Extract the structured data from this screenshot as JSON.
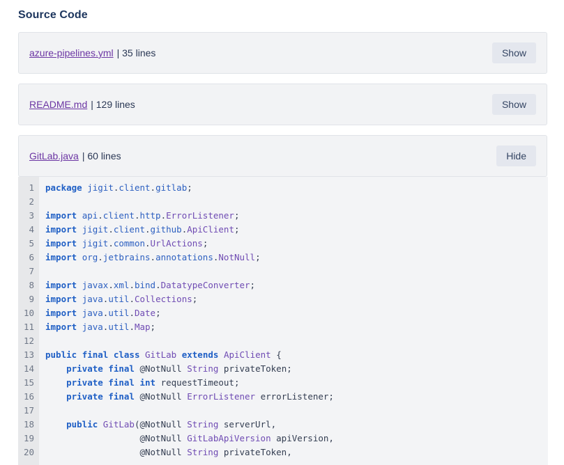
{
  "page": {
    "title": "Source Code"
  },
  "colors": {
    "link": "#6b35a3",
    "keyword": "#1f5fc5",
    "name": "#2c5fc0",
    "type": "#6f4bb3",
    "plain": "#333d51",
    "panel_bg": "#f2f3f5",
    "gutter_bg": "#e7e8ea",
    "code_bg": "#f3f4f6",
    "button_bg": "#e4e7ee",
    "button_text": "#344563"
  },
  "files": [
    {
      "name": "azure-pipelines.yml",
      "meta": "| 35 lines",
      "button": "Show",
      "expanded": false
    },
    {
      "name": "README.md",
      "meta": "| 129 lines",
      "button": "Show",
      "expanded": false
    },
    {
      "name": "GitLab.java",
      "meta": "| 60 lines",
      "button": "Hide",
      "expanded": true
    }
  ],
  "code": {
    "file": "GitLab.java",
    "lines": [
      {
        "n": 1,
        "t": [
          [
            "k",
            "package"
          ],
          [
            "p",
            " "
          ],
          [
            "n",
            "jigit"
          ],
          [
            "p",
            "."
          ],
          [
            "n",
            "client"
          ],
          [
            "p",
            "."
          ],
          [
            "n",
            "gitlab"
          ],
          [
            "p",
            ";"
          ]
        ]
      },
      {
        "n": 2,
        "t": []
      },
      {
        "n": 3,
        "t": [
          [
            "k",
            "import"
          ],
          [
            "p",
            " "
          ],
          [
            "n",
            "api"
          ],
          [
            "p",
            "."
          ],
          [
            "n",
            "client"
          ],
          [
            "p",
            "."
          ],
          [
            "n",
            "http"
          ],
          [
            "p",
            "."
          ],
          [
            "t",
            "ErrorListener"
          ],
          [
            "p",
            ";"
          ]
        ]
      },
      {
        "n": 4,
        "t": [
          [
            "k",
            "import"
          ],
          [
            "p",
            " "
          ],
          [
            "n",
            "jigit"
          ],
          [
            "p",
            "."
          ],
          [
            "n",
            "client"
          ],
          [
            "p",
            "."
          ],
          [
            "n",
            "github"
          ],
          [
            "p",
            "."
          ],
          [
            "t",
            "ApiClient"
          ],
          [
            "p",
            ";"
          ]
        ]
      },
      {
        "n": 5,
        "t": [
          [
            "k",
            "import"
          ],
          [
            "p",
            " "
          ],
          [
            "n",
            "jigit"
          ],
          [
            "p",
            "."
          ],
          [
            "n",
            "common"
          ],
          [
            "p",
            "."
          ],
          [
            "t",
            "UrlActions"
          ],
          [
            "p",
            ";"
          ]
        ]
      },
      {
        "n": 6,
        "t": [
          [
            "k",
            "import"
          ],
          [
            "p",
            " "
          ],
          [
            "n",
            "org"
          ],
          [
            "p",
            "."
          ],
          [
            "n",
            "jetbrains"
          ],
          [
            "p",
            "."
          ],
          [
            "n",
            "annotations"
          ],
          [
            "p",
            "."
          ],
          [
            "t",
            "NotNull"
          ],
          [
            "p",
            ";"
          ]
        ]
      },
      {
        "n": 7,
        "t": []
      },
      {
        "n": 8,
        "t": [
          [
            "k",
            "import"
          ],
          [
            "p",
            " "
          ],
          [
            "n",
            "javax"
          ],
          [
            "p",
            "."
          ],
          [
            "n",
            "xml"
          ],
          [
            "p",
            "."
          ],
          [
            "n",
            "bind"
          ],
          [
            "p",
            "."
          ],
          [
            "t",
            "DatatypeConverter"
          ],
          [
            "p",
            ";"
          ]
        ]
      },
      {
        "n": 9,
        "t": [
          [
            "k",
            "import"
          ],
          [
            "p",
            " "
          ],
          [
            "n",
            "java"
          ],
          [
            "p",
            "."
          ],
          [
            "n",
            "util"
          ],
          [
            "p",
            "."
          ],
          [
            "t",
            "Collections"
          ],
          [
            "p",
            ";"
          ]
        ]
      },
      {
        "n": 10,
        "t": [
          [
            "k",
            "import"
          ],
          [
            "p",
            " "
          ],
          [
            "n",
            "java"
          ],
          [
            "p",
            "."
          ],
          [
            "n",
            "util"
          ],
          [
            "p",
            "."
          ],
          [
            "t",
            "Date"
          ],
          [
            "p",
            ";"
          ]
        ]
      },
      {
        "n": 11,
        "t": [
          [
            "k",
            "import"
          ],
          [
            "p",
            " "
          ],
          [
            "n",
            "java"
          ],
          [
            "p",
            "."
          ],
          [
            "n",
            "util"
          ],
          [
            "p",
            "."
          ],
          [
            "t",
            "Map"
          ],
          [
            "p",
            ";"
          ]
        ]
      },
      {
        "n": 12,
        "t": []
      },
      {
        "n": 13,
        "t": [
          [
            "k",
            "public"
          ],
          [
            "p",
            " "
          ],
          [
            "k",
            "final"
          ],
          [
            "p",
            " "
          ],
          [
            "k",
            "class"
          ],
          [
            "p",
            " "
          ],
          [
            "t",
            "GitLab"
          ],
          [
            "p",
            " "
          ],
          [
            "k",
            "extends"
          ],
          [
            "p",
            " "
          ],
          [
            "t",
            "ApiClient"
          ],
          [
            "p",
            " {"
          ]
        ]
      },
      {
        "n": 14,
        "t": [
          [
            "p",
            "    "
          ],
          [
            "k",
            "private"
          ],
          [
            "p",
            " "
          ],
          [
            "k",
            "final"
          ],
          [
            "p",
            " @NotNull "
          ],
          [
            "t",
            "String"
          ],
          [
            "p",
            " privateToken;"
          ]
        ]
      },
      {
        "n": 15,
        "t": [
          [
            "p",
            "    "
          ],
          [
            "k",
            "private"
          ],
          [
            "p",
            " "
          ],
          [
            "k",
            "final"
          ],
          [
            "p",
            " "
          ],
          [
            "k",
            "int"
          ],
          [
            "p",
            " requestTimeout;"
          ]
        ]
      },
      {
        "n": 16,
        "t": [
          [
            "p",
            "    "
          ],
          [
            "k",
            "private"
          ],
          [
            "p",
            " "
          ],
          [
            "k",
            "final"
          ],
          [
            "p",
            " @NotNull "
          ],
          [
            "t",
            "ErrorListener"
          ],
          [
            "p",
            " errorListener;"
          ]
        ]
      },
      {
        "n": 17,
        "t": []
      },
      {
        "n": 18,
        "t": [
          [
            "p",
            "    "
          ],
          [
            "k",
            "public"
          ],
          [
            "p",
            " "
          ],
          [
            "t",
            "GitLab"
          ],
          [
            "p",
            "(@NotNull "
          ],
          [
            "t",
            "String"
          ],
          [
            "p",
            " serverUrl,"
          ]
        ]
      },
      {
        "n": 19,
        "t": [
          [
            "p",
            "                  @NotNull "
          ],
          [
            "t",
            "GitLabApiVersion"
          ],
          [
            "p",
            " apiVersion,"
          ]
        ]
      },
      {
        "n": 20,
        "t": [
          [
            "p",
            "                  @NotNull "
          ],
          [
            "t",
            "String"
          ],
          [
            "p",
            " privateToken,"
          ]
        ]
      }
    ]
  }
}
